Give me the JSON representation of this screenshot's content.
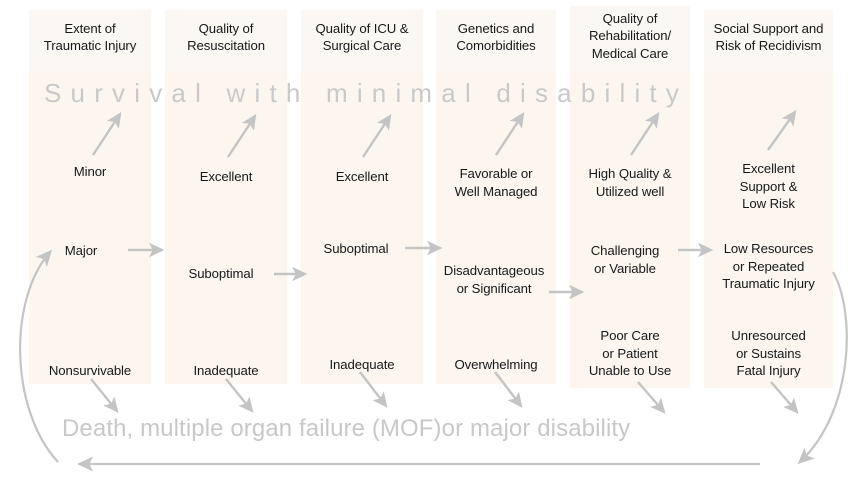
{
  "diagram": {
    "title_band_top": "Survival with minimal disability",
    "title_band_bottom": "Death, multiple organ failure (MOF)or major disability",
    "colors": {
      "column_body": "#fdf6ee",
      "column_header": "#fbf8f4",
      "text": "#17181a",
      "band_text": "#c9c9c9",
      "arrow": "#c4c4c4",
      "page_background": "#ffffff"
    },
    "columns": [
      {
        "id": "extent-of-traumatic-injury",
        "title": "Extent of\nTraumatic Injury",
        "title_lines": [
          "Extent of",
          "Traumatic Injury"
        ],
        "levels": {
          "best": "Minor",
          "middle": "Major",
          "worst": "Nonsurvivable"
        },
        "best_lines": [
          "Minor"
        ],
        "middle_lines": [
          "Major"
        ],
        "worst_lines": [
          "Nonsurvivable"
        ]
      },
      {
        "id": "quality-of-resuscitation",
        "title": "Quality of\nResuscitation",
        "title_lines": [
          "Quality of",
          "Resuscitation"
        ],
        "levels": {
          "best": "Excellent",
          "middle": "Suboptimal",
          "worst": "Inadequate"
        },
        "best_lines": [
          "Excellent"
        ],
        "middle_lines": [
          "Suboptimal"
        ],
        "worst_lines": [
          "Inadequate"
        ]
      },
      {
        "id": "quality-of-icu-and-surgical-care",
        "title": "Quality of ICU &\nSurgical Care",
        "title_lines": [
          "Quality of ICU &",
          "Surgical Care"
        ],
        "levels": {
          "best": "Excellent",
          "middle": "Suboptimal",
          "worst": "Inadequate"
        },
        "best_lines": [
          "Excellent"
        ],
        "middle_lines": [
          "Suboptimal"
        ],
        "worst_lines": [
          "Inadequate"
        ]
      },
      {
        "id": "genetics-and-comorbidities",
        "title": "Genetics and\nComorbidities",
        "title_lines": [
          "Genetics and",
          "Comorbidities"
        ],
        "levels": {
          "best": "Favorable or Well Managed",
          "middle": "Disadvantageous or Significant",
          "worst": "Overwhelming"
        },
        "best_lines": [
          "Favorable or",
          "Well Managed"
        ],
        "middle_lines": [
          "Disadvantageous",
          "or Significant"
        ],
        "worst_lines": [
          "Overwhelming"
        ]
      },
      {
        "id": "quality-of-rehabilitation-medical-care",
        "title": "Quality of\nRehabilitation/\nMedical Care",
        "title_lines": [
          "Quality of",
          "Rehabilitation/",
          "Medical Care"
        ],
        "levels": {
          "best": "High Quality & Utilized well",
          "middle": "Challenging or Variable",
          "worst": "Poor Care or Patient Unable to Use"
        },
        "best_lines": [
          "High Quality &",
          "Utilized well"
        ],
        "middle_lines": [
          "Challenging",
          "or Variable"
        ],
        "worst_lines": [
          "Poor Care",
          "or Patient",
          "Unable to Use"
        ]
      },
      {
        "id": "social-support-and-risk-of-recidivism",
        "title": "Social Support and\nRisk of Recidivism",
        "title_lines": [
          "Social Support and",
          "Risk of Recidivism"
        ],
        "levels": {
          "best": "Excellent Support & Low Risk",
          "middle": "Low Resources or Repeated Traumatic Injury",
          "worst": "Unresourced or Sustains Fatal Injury"
        },
        "best_lines": [
          "Excellent",
          "Support &",
          "Low Risk"
        ],
        "middle_lines": [
          "Low Resources",
          "or Repeated",
          "Traumatic Injury"
        ],
        "worst_lines": [
          "Unresourced",
          "or Sustains",
          "Fatal Injury"
        ]
      }
    ],
    "flow_arrows": {
      "upward_to_survival_count": 6,
      "downward_to_death_count": 6,
      "rightward_between_columns_count": 5,
      "recidivism_feedback_loop": true
    }
  }
}
